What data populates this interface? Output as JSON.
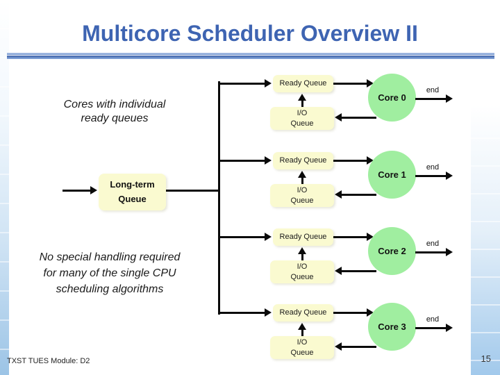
{
  "slide": {
    "title": "Multicore Scheduler Overview II",
    "footer": "TXST TUES Module: D2",
    "page_number": "15"
  },
  "notes": {
    "cores_note": "Cores with individual\nready queues",
    "handling_note": "No special handling required\nfor many of the single CPU\nscheduling algorithms"
  },
  "diagram": {
    "long_term_queue": "Long-term\nQueue",
    "rows": [
      {
        "ready_queue": "Ready Queue",
        "io_queue": "I/O\nQueue",
        "core": "Core 0",
        "end": "end"
      },
      {
        "ready_queue": "Ready Queue",
        "io_queue": "I/O\nQueue",
        "core": "Core 1",
        "end": "end"
      },
      {
        "ready_queue": "Ready Queue",
        "io_queue": "I/O\nQueue",
        "core": "Core 2",
        "end": "end"
      },
      {
        "ready_queue": "Ready Queue",
        "io_queue": "I/O\nQueue",
        "core": "Core 3",
        "end": "end"
      }
    ]
  },
  "colors": {
    "title_blue": "#3E64B2",
    "rule_blue": "#3C5FA8",
    "queue_box_fill": "#FAFAD0",
    "core_circle_fill": "#A0EEA0",
    "connector_black": "#0A0A0A",
    "edge_gradient_blue": "#9CC4E6"
  }
}
